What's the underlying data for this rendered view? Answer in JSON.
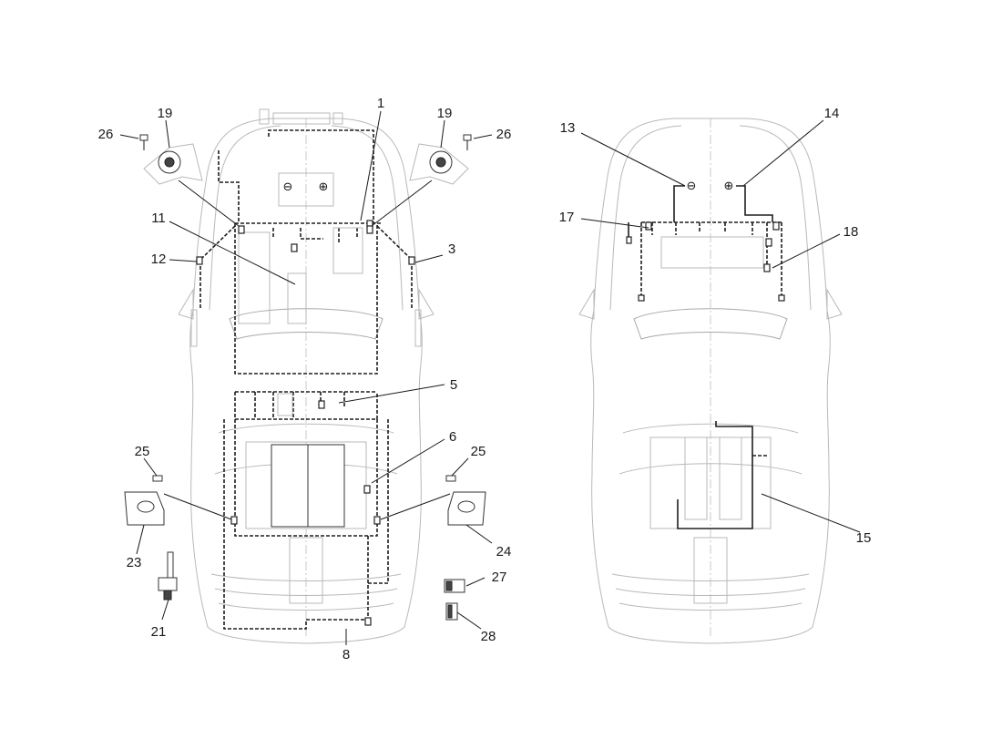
{
  "diagram": {
    "callouts": [
      {
        "id": "c1",
        "text": "1"
      },
      {
        "id": "c19a",
        "text": "19"
      },
      {
        "id": "c19b",
        "text": "19"
      },
      {
        "id": "c26a",
        "text": "26"
      },
      {
        "id": "c26b",
        "text": "26"
      },
      {
        "id": "c11",
        "text": "11"
      },
      {
        "id": "c12",
        "text": "12"
      },
      {
        "id": "c3",
        "text": "3"
      },
      {
        "id": "c5",
        "text": "5"
      },
      {
        "id": "c6",
        "text": "6"
      },
      {
        "id": "c25a",
        "text": "25"
      },
      {
        "id": "c25b",
        "text": "25"
      },
      {
        "id": "c23",
        "text": "23"
      },
      {
        "id": "c24",
        "text": "24"
      },
      {
        "id": "c27",
        "text": "27"
      },
      {
        "id": "c28",
        "text": "28"
      },
      {
        "id": "c21",
        "text": "21"
      },
      {
        "id": "c8",
        "text": "8"
      },
      {
        "id": "c13",
        "text": "13"
      },
      {
        "id": "c14",
        "text": "14"
      },
      {
        "id": "c17",
        "text": "17"
      },
      {
        "id": "c18",
        "text": "18"
      },
      {
        "id": "c15",
        "text": "15"
      }
    ],
    "battery_symbols": {
      "minus": "⊖",
      "plus": "⊕"
    }
  }
}
